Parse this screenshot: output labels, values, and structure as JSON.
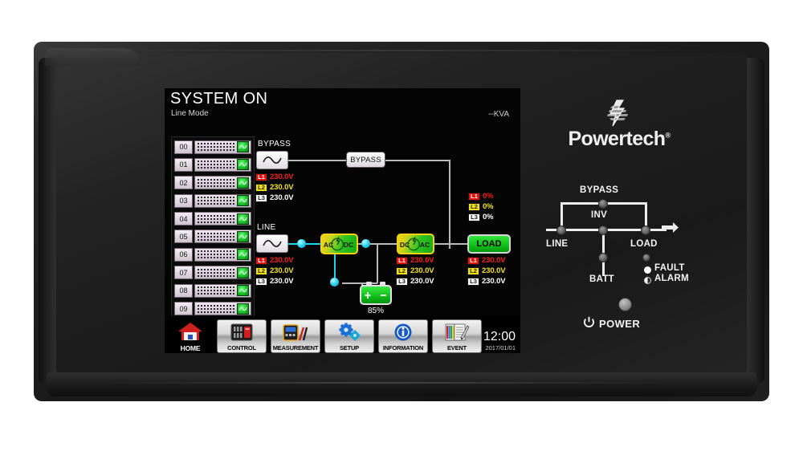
{
  "device": {
    "brand": "Powertech",
    "brand_registered": "®",
    "logo_icon": "lightning-bolt-logo"
  },
  "lcd": {
    "title": "SYSTEM ON",
    "mode": "Line Mode",
    "capacity": "--KVA",
    "modules": [
      {
        "id": "00",
        "status_icon": "sine-wave-ok"
      },
      {
        "id": "01",
        "status_icon": "sine-wave-ok"
      },
      {
        "id": "02",
        "status_icon": "sine-wave-ok"
      },
      {
        "id": "03",
        "status_icon": "sine-wave-ok"
      },
      {
        "id": "04",
        "status_icon": "sine-wave-ok"
      },
      {
        "id": "05",
        "status_icon": "sine-wave-ok"
      },
      {
        "id": "06",
        "status_icon": "sine-wave-ok"
      },
      {
        "id": "07",
        "status_icon": "sine-wave-ok"
      },
      {
        "id": "08",
        "status_icon": "sine-wave-ok"
      },
      {
        "id": "09",
        "status_icon": "sine-wave-ok"
      }
    ],
    "diagram": {
      "bypass": {
        "label": "BYPASS",
        "switch_icon": "ac-sine-source",
        "box_label": "BYPASS",
        "voltages": [
          {
            "phase": "L1",
            "value": "230.0V"
          },
          {
            "phase": "L2",
            "value": "230.0V"
          },
          {
            "phase": "L3",
            "value": "230.0V"
          }
        ]
      },
      "line": {
        "label": "LINE",
        "switch_icon": "ac-sine-source",
        "voltages": [
          {
            "phase": "L1",
            "value": "230.0V"
          },
          {
            "phase": "L2",
            "value": "230.0V"
          },
          {
            "phase": "L3",
            "value": "230.0V"
          }
        ]
      },
      "rectifier": {
        "label": "AC/DC",
        "icon": "ac-to-dc-converter"
      },
      "inverter": {
        "label": "DC/AC",
        "icon": "dc-to-ac-converter",
        "voltages": [
          {
            "phase": "L1",
            "value": "230.0V"
          },
          {
            "phase": "L2",
            "value": "230.0V"
          },
          {
            "phase": "L3",
            "value": "230.0V"
          }
        ]
      },
      "load": {
        "label": "LOAD",
        "percentages": [
          {
            "phase": "L1",
            "value": "0%"
          },
          {
            "phase": "L2",
            "value": "0%"
          },
          {
            "phase": "L3",
            "value": "0%"
          }
        ],
        "voltages": [
          {
            "phase": "L1",
            "value": "230.0V"
          },
          {
            "phase": "L2",
            "value": "230.0V"
          },
          {
            "phase": "L3",
            "value": "230.0V"
          }
        ]
      },
      "battery": {
        "icon": "battery-green",
        "charge": "85%",
        "plus": "+",
        "minus": "–"
      }
    },
    "toolbar": {
      "buttons": [
        {
          "label": "HOME",
          "icon": "house-icon"
        },
        {
          "label": "CONTROL",
          "icon": "control-panel-icon"
        },
        {
          "label": "MEASUREMENT",
          "icon": "multimeter-icon"
        },
        {
          "label": "SETUP",
          "icon": "gears-icon"
        },
        {
          "label": "INFORMATION",
          "icon": "info-circle-icon"
        },
        {
          "label": "EVENT",
          "icon": "logbook-pen-icon"
        }
      ],
      "time": "12:00",
      "date": "2017/01/01"
    }
  },
  "panel": {
    "led_diagram": {
      "nodes": [
        {
          "label": "BYPASS"
        },
        {
          "label": "INV"
        },
        {
          "label": "LINE"
        },
        {
          "label": "LOAD"
        },
        {
          "label": "BATT"
        }
      ],
      "indicators": [
        {
          "label": "FAULT",
          "glyph": "filled-circle"
        },
        {
          "label": "ALARM",
          "glyph": "half-filled-circle"
        }
      ]
    },
    "power": {
      "label": "POWER",
      "icon": "power-symbol"
    }
  },
  "colors": {
    "phase_l1": "#fb1c1c",
    "phase_l2": "#f7e218",
    "phase_l3": "#ffffff",
    "active_flow": "#1ad4f0",
    "load_green": "#0fbe18",
    "inactive_wire": "#b9b9b9"
  }
}
